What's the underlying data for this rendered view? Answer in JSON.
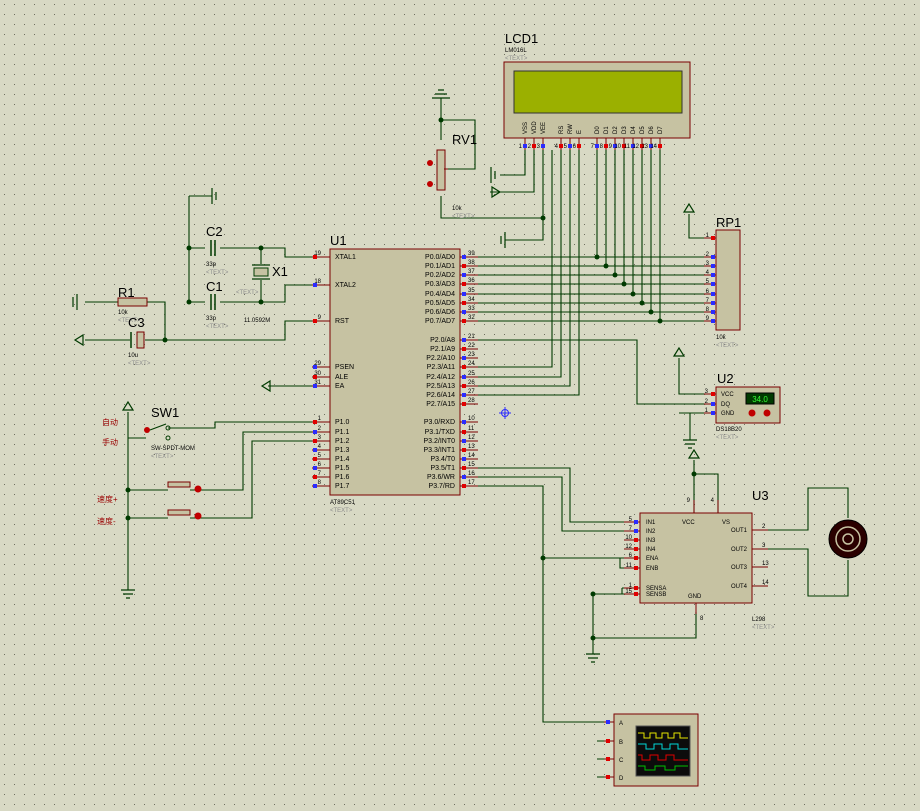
{
  "colors": {
    "background": "#d8d9c4",
    "wire": "#003a00",
    "component_border": "#7a0000",
    "component_fill": "#c6c2a2",
    "lcd_screen": "#9bb000",
    "pin_marker_blue": "#2b2bff",
    "pin_marker_red": "#e00000"
  },
  "lcd": {
    "ref": "LCD1",
    "part": "LM016L",
    "text": "<TEXT>",
    "pins": [
      "VSS",
      "VDD",
      "VEE",
      "RS",
      "RW",
      "E",
      "D0",
      "D1",
      "D2",
      "D3",
      "D4",
      "D5",
      "D6",
      "D7"
    ],
    "pin_numbers": [
      "1",
      "2",
      "3",
      "4",
      "5",
      "6",
      "7",
      "8",
      "9",
      "10",
      "11",
      "12",
      "13",
      "14"
    ]
  },
  "rv1": {
    "ref": "RV1",
    "value": "10k",
    "text": "<TEXT>"
  },
  "c2": {
    "ref": "C2",
    "value": "33p",
    "text": "<TEXT>"
  },
  "c1": {
    "ref": "C1",
    "value": "33p",
    "text": "<TEXT>"
  },
  "x1": {
    "ref": "X1",
    "value": "11.0592M",
    "text": "<TEXT>"
  },
  "r1": {
    "ref": "R1",
    "value": "10k",
    "text": "<TEXT>"
  },
  "c3": {
    "ref": "C3",
    "value": "10u",
    "text": "<TEXT>"
  },
  "sw1": {
    "ref": "SW1",
    "part": "SW-SPDT-MOM",
    "text": "<TEXT>",
    "label_auto": "自动",
    "label_manual": "手动"
  },
  "buttons": {
    "speed_up": "速度+",
    "speed_down": "速度-"
  },
  "u1": {
    "ref": "U1",
    "part": "AT89C51",
    "text": "<TEXT>",
    "left_pins": [
      {
        "num": "19",
        "name": "XTAL1"
      },
      {
        "num": "18",
        "name": "XTAL2"
      },
      {
        "num": "9",
        "name": "RST"
      },
      {
        "num": "29",
        "name": "PSEN"
      },
      {
        "num": "30",
        "name": "ALE"
      },
      {
        "num": "31",
        "name": "EA"
      },
      {
        "num": "1",
        "name": "P1.0"
      },
      {
        "num": "2",
        "name": "P1.1"
      },
      {
        "num": "3",
        "name": "P1.2"
      },
      {
        "num": "4",
        "name": "P1.3"
      },
      {
        "num": "5",
        "name": "P1.4"
      },
      {
        "num": "6",
        "name": "P1.5"
      },
      {
        "num": "7",
        "name": "P1.6"
      },
      {
        "num": "8",
        "name": "P1.7"
      }
    ],
    "right_pins": [
      {
        "num": "39",
        "name": "P0.0/AD0"
      },
      {
        "num": "38",
        "name": "P0.1/AD1"
      },
      {
        "num": "37",
        "name": "P0.2/AD2"
      },
      {
        "num": "36",
        "name": "P0.3/AD3"
      },
      {
        "num": "35",
        "name": "P0.4/AD4"
      },
      {
        "num": "34",
        "name": "P0.5/AD5"
      },
      {
        "num": "33",
        "name": "P0.6/AD6"
      },
      {
        "num": "32",
        "name": "P0.7/AD7"
      },
      {
        "num": "21",
        "name": "P2.0/A8"
      },
      {
        "num": "22",
        "name": "P2.1/A9"
      },
      {
        "num": "23",
        "name": "P2.2/A10"
      },
      {
        "num": "24",
        "name": "P2.3/A11"
      },
      {
        "num": "25",
        "name": "P2.4/A12"
      },
      {
        "num": "26",
        "name": "P2.5/A13"
      },
      {
        "num": "27",
        "name": "P2.6/A14"
      },
      {
        "num": "28",
        "name": "P2.7/A15"
      },
      {
        "num": "10",
        "name": "P3.0/RXD"
      },
      {
        "num": "11",
        "name": "P3.1/TXD"
      },
      {
        "num": "12",
        "name": "P3.2/INT0"
      },
      {
        "num": "13",
        "name": "P3.3/INT1"
      },
      {
        "num": "14",
        "name": "P3.4/T0"
      },
      {
        "num": "15",
        "name": "P3.5/T1"
      },
      {
        "num": "16",
        "name": "P3.6/WR"
      },
      {
        "num": "17",
        "name": "P3.7/RD"
      }
    ]
  },
  "rp1": {
    "ref": "RP1",
    "value": "10k",
    "text": "<TEXT>",
    "pins": [
      "1",
      "2",
      "3",
      "4",
      "5",
      "6",
      "7",
      "8",
      "9"
    ]
  },
  "u2": {
    "ref": "U2",
    "part": "DS18B20",
    "text": "<TEXT>",
    "display": "34.0",
    "pins": [
      {
        "num": "3",
        "name": "VCC"
      },
      {
        "num": "2",
        "name": "DQ"
      },
      {
        "num": "1",
        "name": "GND"
      }
    ]
  },
  "u3": {
    "ref": "U3",
    "part": "L298",
    "text": "<TEXT>",
    "left_pins": [
      {
        "num": "5",
        "name": "IN1"
      },
      {
        "num": "7",
        "name": "IN2"
      },
      {
        "num": "10",
        "name": "IN3"
      },
      {
        "num": "12",
        "name": "IN4"
      },
      {
        "num": "6",
        "name": "ENA"
      },
      {
        "num": "11",
        "name": "ENB"
      },
      {
        "num": "1",
        "name": "SENSA"
      },
      {
        "num": "15",
        "name": "SENSB"
      }
    ],
    "right_pins": [
      {
        "num": "2",
        "name": "OUT1"
      },
      {
        "num": "3",
        "name": "OUT2"
      },
      {
        "num": "13",
        "name": "OUT3"
      },
      {
        "num": "14",
        "name": "OUT4"
      }
    ],
    "top_pins": [
      {
        "num": "9",
        "name": "VCC"
      },
      {
        "num": "4",
        "name": "VS"
      }
    ],
    "bottom_pin": {
      "num": "8",
      "name": "GND"
    }
  },
  "scope": {
    "channels": [
      "A",
      "B",
      "C",
      "D"
    ]
  }
}
